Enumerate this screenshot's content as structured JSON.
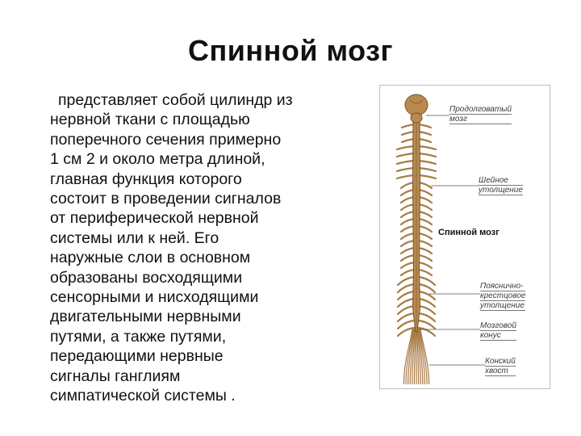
{
  "slide": {
    "title": "Спинной мозг",
    "paragraph_lines": [
      "представляет собой  цилиндр из",
      "нервной ткани с площадью",
      "поперечного сечения примерно",
      "1 см 2 и около метра длиной,",
      "главная функция которого",
      "состоит в проведении сигналов",
      "от периферической нервной",
      "системы или к ней. Его",
      "наружные слои в основном",
      "образованы восходящими",
      "сенсорными и нисходящими",
      "двигательными нервными",
      "путями, а также путями,",
      "передающими нервные",
      "сигналы ганглиям",
      "симпатической системы ."
    ]
  },
  "figure": {
    "labels": {
      "medulla": [
        "Продолговатый",
        "мозг"
      ],
      "cervical": [
        "Шейное",
        "утолщение"
      ],
      "spinal_cord": "Спинной мозг",
      "lumbosacral": [
        "Пояснично-",
        "крестцовое",
        "утолщение"
      ],
      "conus": [
        "Мозговой",
        "конус"
      ],
      "cauda": [
        "Конский",
        "хвост"
      ]
    },
    "colors": {
      "cord": "#b98a4e",
      "cord_dark": "#7a5228",
      "nerve": "#a87a44",
      "line": "#555555"
    }
  }
}
